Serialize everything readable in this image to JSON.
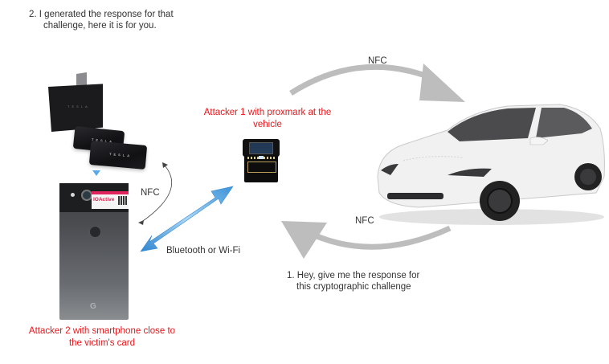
{
  "steps": {
    "step2_line1": "2. I generated the response for that",
    "step2_line2": "challenge, here it is for you.",
    "step1_line1": "1. Hey, give me the response for",
    "step1_line2": "this cryptographic challenge"
  },
  "labels": {
    "nfc_top": "NFC",
    "nfc_bottom": "NFC",
    "nfc_left": "NFC",
    "bluetooth": "Bluetooth or Wi-Fi"
  },
  "attackers": {
    "attacker1_line1": "Attacker 1 with proxmark at the",
    "attacker1_line2": "vehicle",
    "attacker2_line1": "Attacker 2 with smartphone close to",
    "attacker2_line2": "the victim's card"
  },
  "devices": {
    "card_brand": "TESLA",
    "sticker_brand": "IOActive",
    "phone_logo": "G"
  },
  "colors": {
    "attacker_text": "#e8161b",
    "nfc_arrow": "#bdbdbd",
    "bluetooth_arrow": "#4aa3df",
    "body_text": "#333333"
  }
}
